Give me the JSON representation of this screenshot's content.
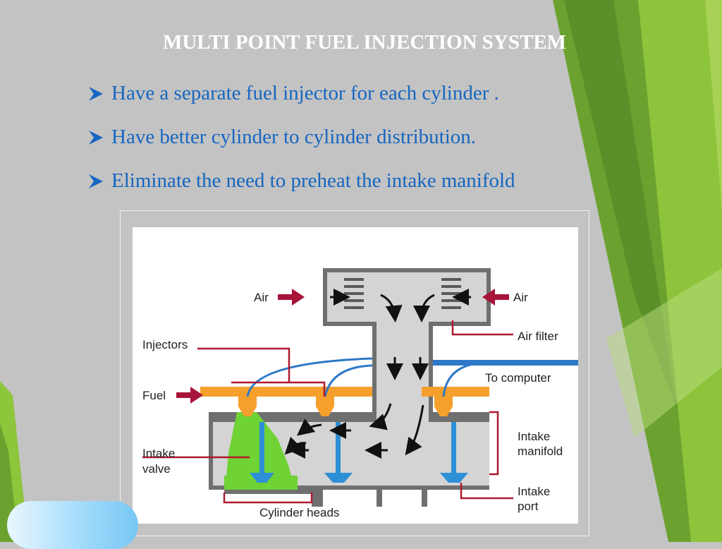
{
  "slide": {
    "title": "MULTI POINT FUEL INJECTION SYSTEM",
    "bullets": [
      "Have a separate fuel injector for each cylinder .",
      "Have better cylinder to cylinder distribution.",
      "Eliminate the need to preheat the intake manifold"
    ]
  },
  "diagram": {
    "labels": {
      "air_left": "Air",
      "air_right": "Air",
      "air_filter": "Air filter",
      "injectors": "Injectors",
      "to_computer": "To computer",
      "fuel": "Fuel",
      "intake_manifold_1": "Intake",
      "intake_manifold_2": "manifold",
      "intake_valve_1": "Intake",
      "intake_valve_2": "valve",
      "intake_port_1": "Intake",
      "intake_port_2": "port",
      "cylinder_heads": "Cylinder heads"
    }
  },
  "colors": {
    "background": "#c3c3c3",
    "title": "#ffffff",
    "bullet_text": "#1666c2",
    "fuel_orange": "#f5a02c",
    "wire_blue": "#2d78c8",
    "mixture_green": "#6fd235",
    "leader_red": "#b0182f"
  }
}
